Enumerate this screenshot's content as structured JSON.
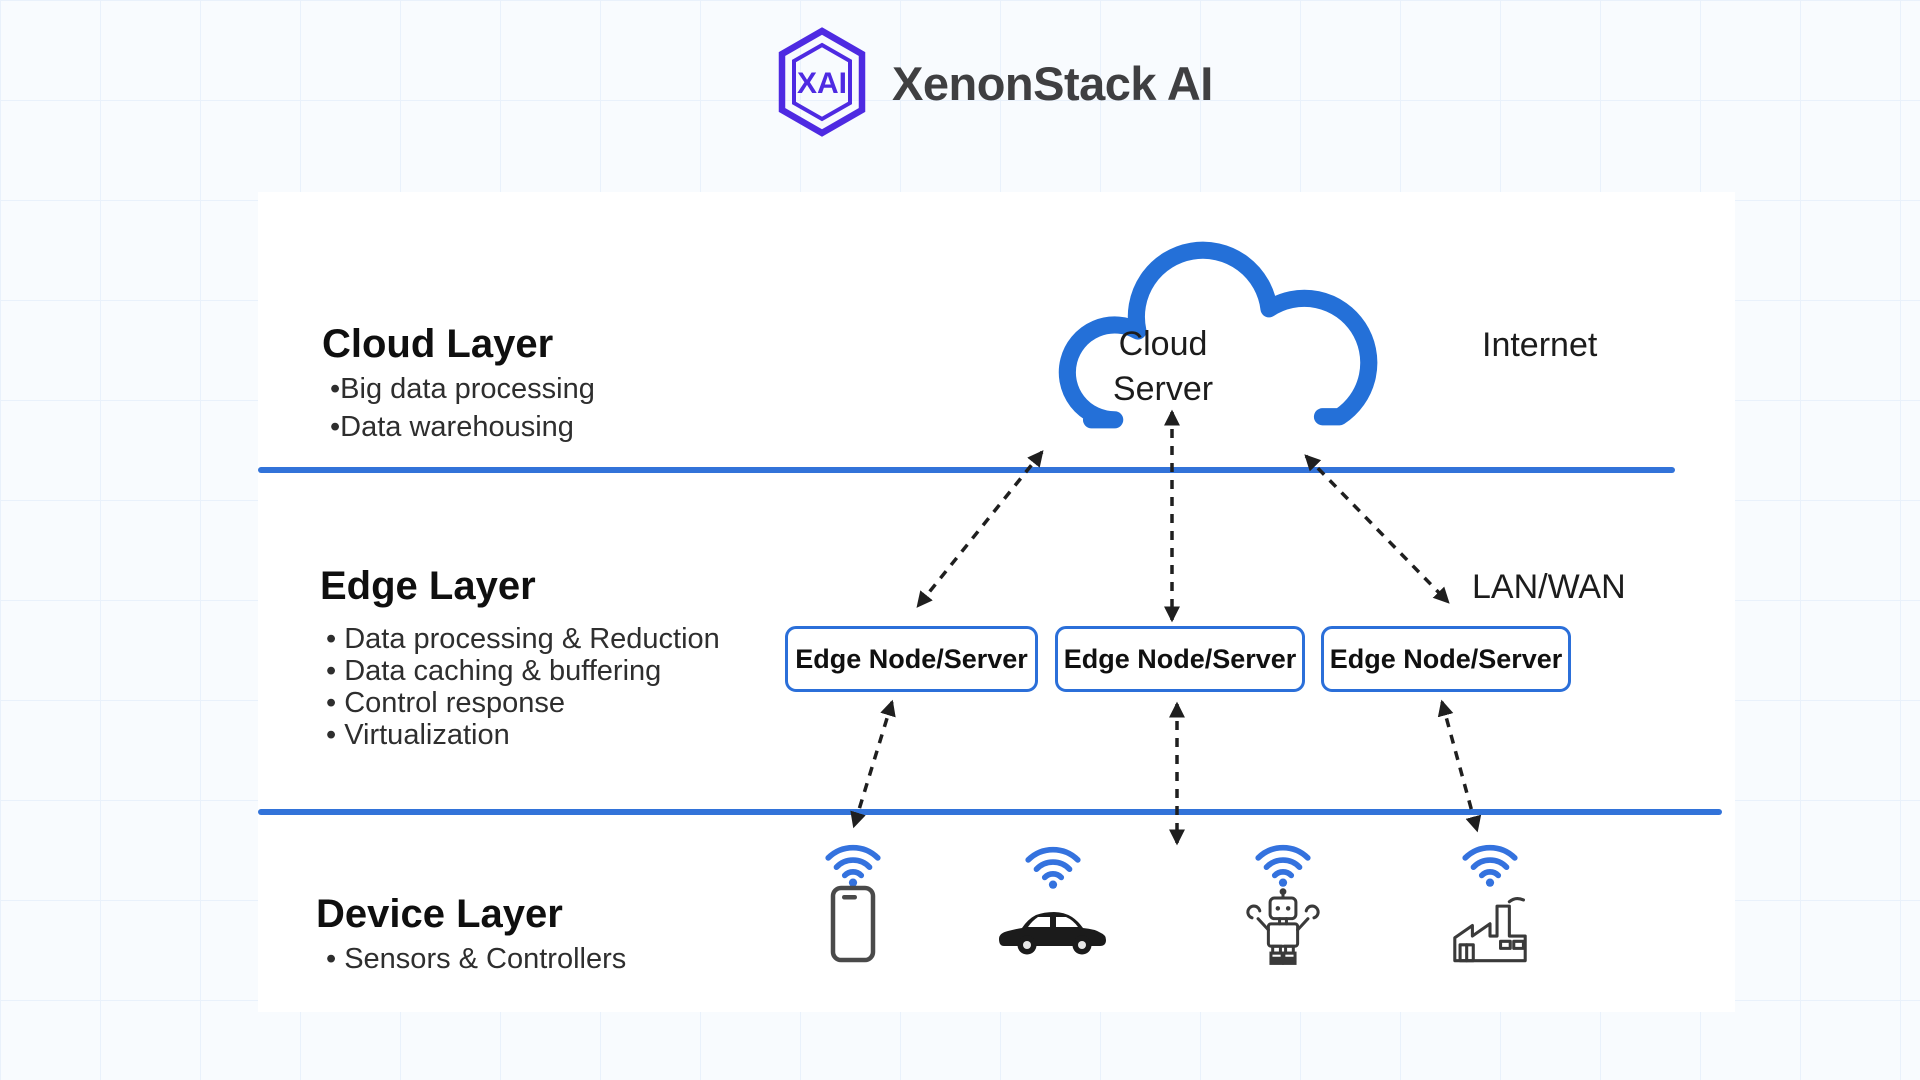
{
  "brand": {
    "name": "XenonStack AI",
    "monogram": "XAI"
  },
  "colors": {
    "accent_blue": "#2470D8",
    "divider_blue": "#3273D9",
    "box_border_blue": "#2B6FD9",
    "logo_purple": "#4E2AE2",
    "text_dark": "#1C1C1C"
  },
  "cloud_layer": {
    "title": "Cloud Layer",
    "items": [
      "•Big data processing",
      "•Data warehousing"
    ],
    "node_label": "Cloud\nServer",
    "network_label": "Internet"
  },
  "edge_layer": {
    "title": "Edge Layer",
    "items": [
      "• Data processing & Reduction",
      "• Data caching & buffering",
      "• Control response",
      "• Virtualization"
    ],
    "network_label": "LAN/WAN",
    "nodes": [
      "Edge Node/Server",
      "Edge Node/Server",
      "Edge Node/Server"
    ]
  },
  "device_layer": {
    "title": "Device Layer",
    "items": [
      "• Sensors & Controllers"
    ],
    "devices": [
      "smartphone",
      "car",
      "robot",
      "factory"
    ]
  }
}
